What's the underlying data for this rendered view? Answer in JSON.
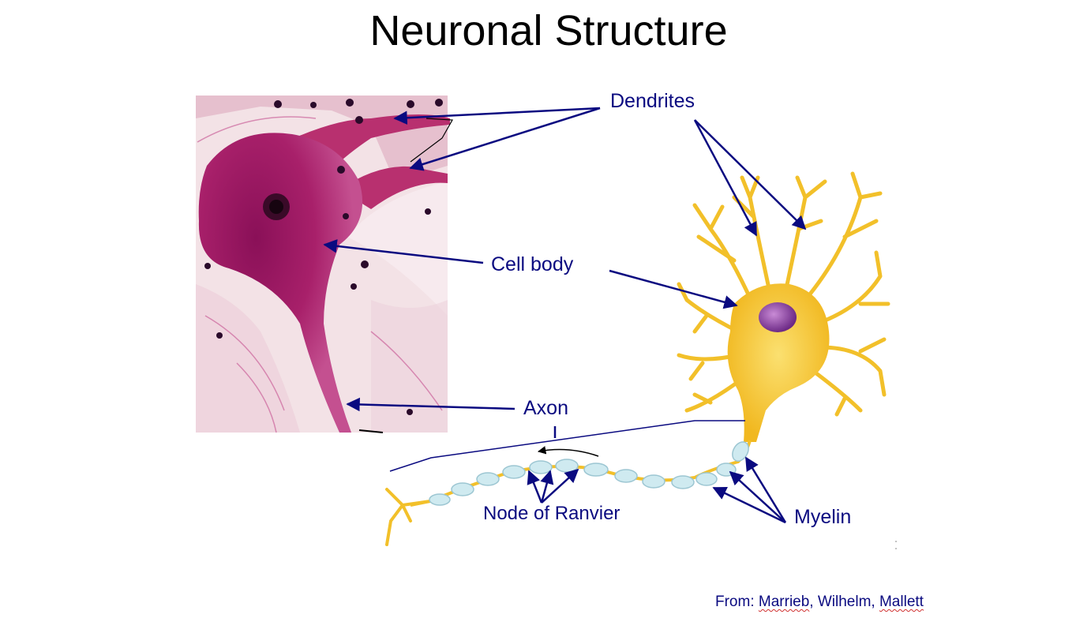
{
  "title": "Neuronal Structure",
  "labels": {
    "dendrites": "Dendrites",
    "cell_body": "Cell body",
    "axon": "Axon",
    "node_of_ranvier": "Node of Ranvier",
    "myelin": "Myelin"
  },
  "credit": {
    "prefix": "From: ",
    "author1": "Marrieb",
    "sep1": ", Wilhelm, ",
    "author3": "Mallett"
  },
  "colors": {
    "label_text": "#0a0a80",
    "arrow": "#0a0a80",
    "micrograph_stain": "#a8206a",
    "neuron_body": "#f5c834",
    "nucleus": "#8a3a9a",
    "myelin": "#cfeaf0"
  }
}
